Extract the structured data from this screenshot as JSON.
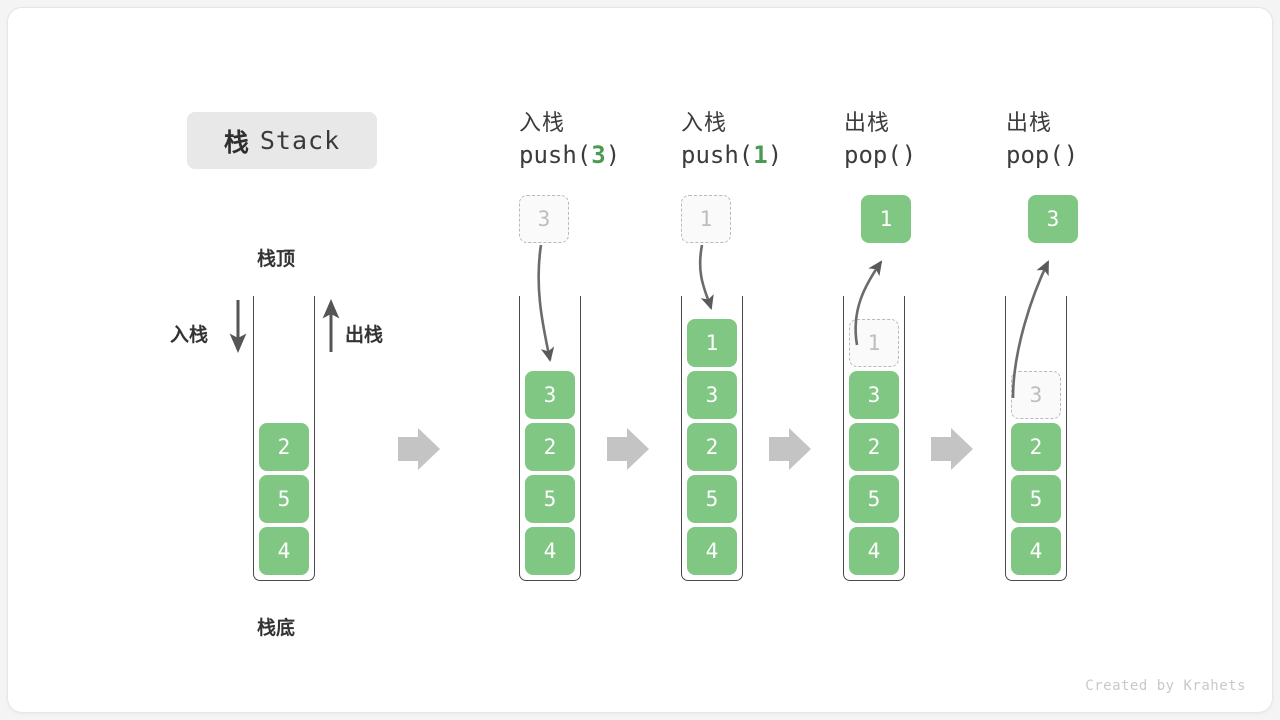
{
  "title": {
    "cn": "栈",
    "en": "Stack"
  },
  "labels": {
    "top": "栈顶",
    "bottom": "栈底",
    "push_side": "入栈",
    "pop_side": "出栈"
  },
  "credit": "Created by Krahets",
  "colors": {
    "node_green": "#81c784",
    "ghost_fill": "#fafafa",
    "ghost_border": "#b9b9b9",
    "arrow_gray": "#5a5a5a",
    "step_arrow": "#c4c4c4",
    "badge_bg": "#e8e8e8",
    "text_dark": "#333333"
  },
  "steps": [
    {
      "id": "initial",
      "op_cn": "",
      "code_prefix": "",
      "code_arg": "",
      "code_suffix": "",
      "cells": [
        "2",
        "5",
        "4"
      ],
      "incoming": null,
      "outgoing": null,
      "ghost": null
    },
    {
      "id": "push-3",
      "op_cn": "入栈",
      "code_prefix": "push(",
      "code_arg": "3",
      "code_suffix": ")",
      "cells": [
        "3",
        "2",
        "5",
        "4"
      ],
      "incoming": "3",
      "outgoing": null,
      "ghost": null
    },
    {
      "id": "push-1",
      "op_cn": "入栈",
      "code_prefix": "push(",
      "code_arg": "1",
      "code_suffix": ")",
      "cells": [
        "1",
        "3",
        "2",
        "5",
        "4"
      ],
      "incoming": "1",
      "outgoing": null,
      "ghost": null
    },
    {
      "id": "pop-1",
      "op_cn": "出栈",
      "code_prefix": "pop(",
      "code_arg": "",
      "code_suffix": ")",
      "cells": [
        "3",
        "2",
        "5",
        "4"
      ],
      "incoming": null,
      "outgoing": "1",
      "ghost": "1"
    },
    {
      "id": "pop-3",
      "op_cn": "出栈",
      "code_prefix": "pop(",
      "code_arg": "",
      "code_suffix": ")",
      "cells": [
        "2",
        "5",
        "4"
      ],
      "incoming": null,
      "outgoing": "3",
      "ghost": "3"
    }
  ]
}
